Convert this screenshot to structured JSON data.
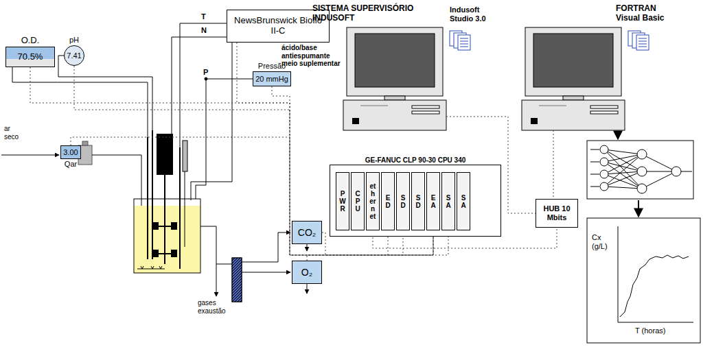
{
  "diagram": {
    "nodes": [
      {
        "text": [
          "O.D.",
          "70.5%"
        ]
      },
      {
        "text": [
          "pH",
          "7.41"
        ]
      },
      {
        "text": [
          "NewsBrunswick Bioflo II-C"
        ]
      },
      {
        "text": [
          "Pressão",
          "20 mmHg"
        ]
      },
      {
        "text": [
          "3.00",
          "Qar"
        ]
      },
      {
        "text": [
          "CO₂"
        ]
      },
      {
        "text": [
          "O₂"
        ]
      },
      {
        "text": [
          "GE-FANUC CLP 90-30 CPU 340"
        ]
      },
      {
        "text": [
          "PWR"
        ],
        "in": 7
      },
      {
        "text": [
          "CPU"
        ],
        "in": 7
      },
      {
        "text": [
          "ethernet"
        ],
        "in": 7
      },
      {
        "text": [
          "ED"
        ],
        "in": 7
      },
      {
        "text": [
          "SD"
        ],
        "in": 7
      },
      {
        "text": [
          "SD"
        ],
        "in": 7
      },
      {
        "text": [
          "EA"
        ],
        "in": 7
      },
      {
        "text": [
          "SA"
        ],
        "in": 7
      },
      {
        "text": [
          "SA"
        ],
        "in": 7
      },
      {
        "text": [
          "HUB 10 Mbits"
        ]
      }
    ],
    "edges": [
      {
        "from": 0,
        "to": 11,
        "arrow": "none"
      },
      {
        "from": 1,
        "to": 14,
        "arrow": "none"
      },
      {
        "from": 2,
        "to": 12,
        "arrow": "none"
      },
      {
        "from": 3,
        "to": 14,
        "arrow": "none"
      },
      {
        "from": 4,
        "to": 15,
        "arrow": "none"
      },
      {
        "from": 5,
        "to": 14,
        "arrow": "none"
      },
      {
        "from": 6,
        "to": 14,
        "arrow": "none"
      },
      {
        "from": 10,
        "to": 17,
        "arrow": "none"
      }
    ],
    "labels": [
      "T",
      "N",
      "ácido/base antiespumante meio suplementar",
      "P",
      "ar seco",
      "gases exaustão",
      "SISTEMA SUPERVISÓRIO INDUSOFT",
      "Indusoft Studio 3.0",
      "FORTRAN Visual Basic",
      "Cx (g/L)",
      "T (horas)"
    ]
  }
}
